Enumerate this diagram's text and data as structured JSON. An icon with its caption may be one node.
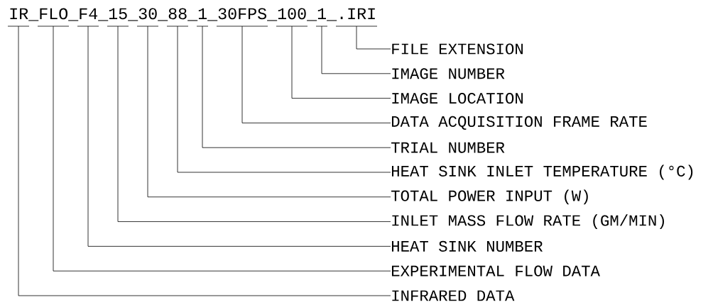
{
  "diagram": {
    "nodes": [
      {
        "text": [
          "IR_FLO_F4_15_30_88_1_30FPS_100_1_.IRI"
        ]
      },
      {
        "text": [
          "FILE EXTENSION"
        ]
      },
      {
        "text": [
          "IMAGE NUMBER"
        ]
      },
      {
        "text": [
          "IMAGE LOCATION"
        ]
      },
      {
        "text": [
          "DATA ACQUISITION FRAME RATE"
        ]
      },
      {
        "text": [
          "TRIAL NUMBER"
        ]
      },
      {
        "text": [
          "HEAT SINK INLET TEMPERATURE (°C)"
        ]
      },
      {
        "text": [
          "TOTAL POWER INPUT (W)"
        ]
      },
      {
        "text": [
          "INLET MASS FLOW RATE (GM/MIN)"
        ]
      },
      {
        "text": [
          "HEAT SINK NUMBER"
        ]
      },
      {
        "text": [
          "EXPERIMENTAL FLOW DATA"
        ]
      },
      {
        "text": [
          "INFRARED DATA"
        ]
      }
    ],
    "edges": [
      {
        "from": 1,
        "to": 0,
        "arrow": "none"
      },
      {
        "from": 2,
        "to": 0,
        "arrow": "none"
      },
      {
        "from": 3,
        "to": 0,
        "arrow": "none"
      },
      {
        "from": 4,
        "to": 0,
        "arrow": "none"
      },
      {
        "from": 5,
        "to": 0,
        "arrow": "none"
      },
      {
        "from": 6,
        "to": 0,
        "arrow": "none"
      },
      {
        "from": 7,
        "to": 0,
        "arrow": "none"
      },
      {
        "from": 8,
        "to": 0,
        "arrow": "none"
      },
      {
        "from": 9,
        "to": 0,
        "arrow": "none"
      },
      {
        "from": 10,
        "to": 0,
        "arrow": "none"
      },
      {
        "from": 11,
        "to": 0,
        "arrow": "none"
      }
    ]
  }
}
